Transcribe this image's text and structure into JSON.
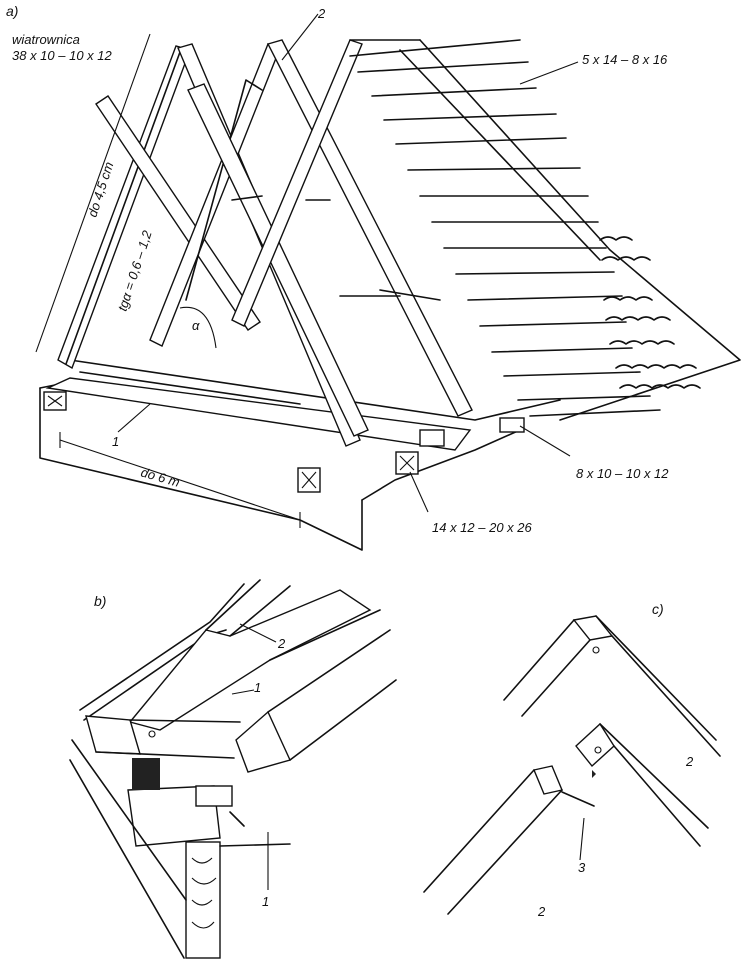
{
  "figure": {
    "panel_a": "a)",
    "panel_b": "b)",
    "panel_c": "c)"
  },
  "labels_a": {
    "wiatrownica_title": "wiatrownica",
    "wiatrownica_dims": "38 x 10 – 10 x 12",
    "num_2": "2",
    "batten_dims": "5 x 14 – 8 x 16",
    "height": "do 4,5 cm",
    "slope": "tgα = 0,6 – 1,2",
    "alpha": "α",
    "num_1": "1",
    "length": "do 6 m",
    "rafter_dims": "8 x 10 – 10 x 12",
    "beam_dims": "14 x 12 – 20 x 26"
  },
  "labels_b": {
    "num_2": "2",
    "num_1_top": "1",
    "num_1_bottom": "1"
  },
  "labels_c": {
    "num_2_right": "2",
    "num_3": "3",
    "num_2_bottom": "2"
  }
}
